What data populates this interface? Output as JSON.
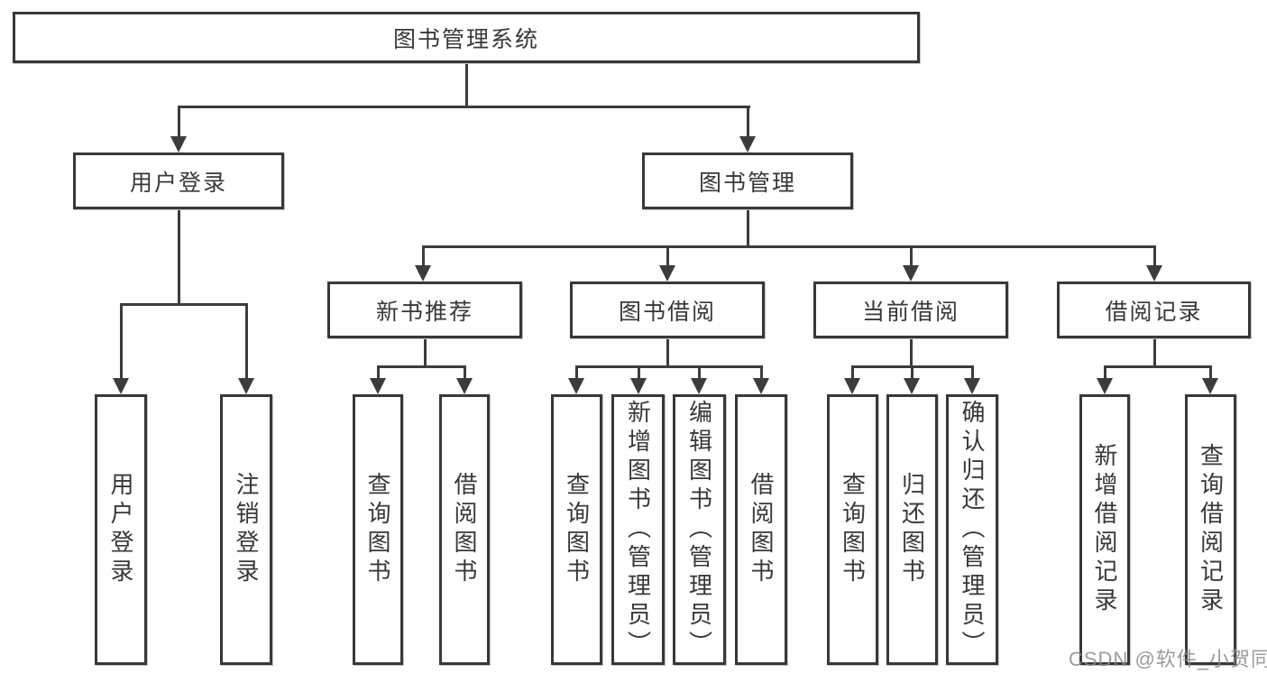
{
  "diagram": {
    "title": "图书管理系统",
    "level2": {
      "user_login": "用户登录",
      "book_mgmt": "图书管理"
    },
    "level3": {
      "new_books": "新书推荐",
      "book_borrow": "图书借阅",
      "current_borrow": "当前借阅",
      "borrow_records": "借阅记录"
    },
    "leaves": {
      "user_login": "用户登录",
      "logout": "注销登录",
      "nb_query": "查询图书",
      "nb_borrow": "借阅图书",
      "bb_query": "查询图书",
      "bb_add": "新增图书（管理员）",
      "bb_edit": "编辑图书（管理员）",
      "bb_borrow": "借阅图书",
      "cb_query": "查询图书",
      "cb_return": "归还图书",
      "cb_confirm": "确认归还（管理员）",
      "br_add": "新增借阅记录",
      "br_query": "查询借阅记录"
    }
  },
  "watermark": "CSDN @软件_小贺同学",
  "colors": {
    "line": "#3c3c3c",
    "box_border": "#383838",
    "text": "#383838",
    "watermark": "#8a8a8a",
    "background": "#ffffff"
  }
}
